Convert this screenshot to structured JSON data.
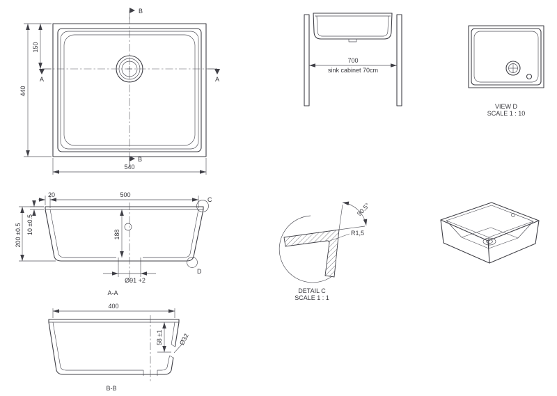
{
  "drawing": {
    "top_view": {
      "marker_a": "A",
      "marker_b": "B",
      "dim_outer_height": "440",
      "dim_drain_offset": "150",
      "dim_outer_width": "540"
    },
    "cabinet_view": {
      "dim_cabinet_width": "700",
      "caption": "sink cabinet 70cm"
    },
    "view_d": {
      "title": "VIEW D",
      "scale": "SCALE 1 : 10"
    },
    "section_aa": {
      "title": "A-A",
      "dim_lip": "20",
      "dim_opening": "500",
      "dim_rim_thickness": "10 ±0.5",
      "dim_total_depth": "200 ±0.5",
      "dim_bowl_depth": "188",
      "dim_drain_dia": "Ø91 +2",
      "marker_c": "C",
      "marker_d": "D"
    },
    "detail_c": {
      "title": "DETAIL C",
      "scale": "SCALE 1 : 1",
      "dim_radius": "R1,5",
      "dim_angle": "90.5°"
    },
    "section_bb": {
      "title": "B-B",
      "dim_opening": "400",
      "dim_overflow_depth": "58 ±1",
      "dim_overflow_dia": "Ø32"
    },
    "colors": {
      "line": "#3f3f46",
      "background": "#ffffff"
    }
  }
}
